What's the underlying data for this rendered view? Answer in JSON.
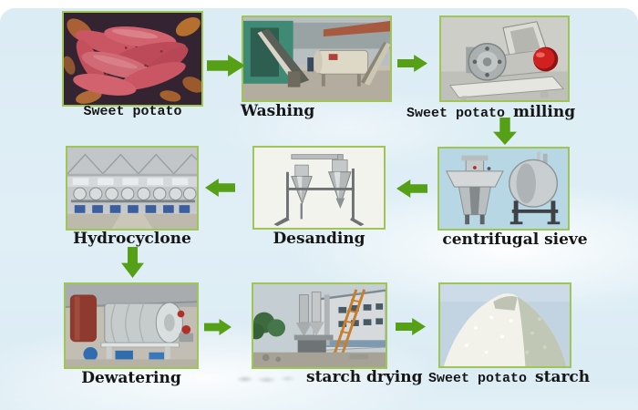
{
  "colors": {
    "arrow_green": "#55a017",
    "photo_border": "#9fc654",
    "background_blue": "#dcecf4",
    "caption_color": "#161616"
  },
  "steps": [
    {
      "name": "sweet-potato",
      "caption_mono": "Sweet potato",
      "caption_serif": ""
    },
    {
      "name": "washing",
      "caption_mono": "",
      "caption_serif": "Washing"
    },
    {
      "name": "sweet-potato-milling",
      "caption_mono": "Sweet potato ",
      "caption_serif": "milling"
    },
    {
      "name": "centrifugal-sieve",
      "caption_mono": "",
      "caption_serif": "centrifugal sieve"
    },
    {
      "name": "desanding",
      "caption_mono": "",
      "caption_serif": "Desanding"
    },
    {
      "name": "hydrocyclone",
      "caption_mono": "",
      "caption_serif": "Hydrocyclone"
    },
    {
      "name": "dewatering",
      "caption_mono": "",
      "caption_serif": "Dewatering"
    },
    {
      "name": "starch-drying",
      "caption_mono": "",
      "caption_serif": "starch drying"
    },
    {
      "name": "sweet-potato-starch",
      "caption_mono": "Sweet potato ",
      "caption_serif": "starch"
    }
  ],
  "arrows": [
    {
      "name": "arrow-sweet-potato-to-washing",
      "direction": "right"
    },
    {
      "name": "arrow-washing-to-milling",
      "direction": "right"
    },
    {
      "name": "arrow-milling-to-centrifugal-sieve",
      "direction": "down"
    },
    {
      "name": "arrow-centrifugal-sieve-to-desanding",
      "direction": "left"
    },
    {
      "name": "arrow-desanding-to-hydrocyclone",
      "direction": "left"
    },
    {
      "name": "arrow-hydrocyclone-to-dewatering",
      "direction": "down"
    },
    {
      "name": "arrow-dewatering-to-starch-drying",
      "direction": "right"
    },
    {
      "name": "arrow-starch-drying-to-starch",
      "direction": "right"
    }
  ]
}
